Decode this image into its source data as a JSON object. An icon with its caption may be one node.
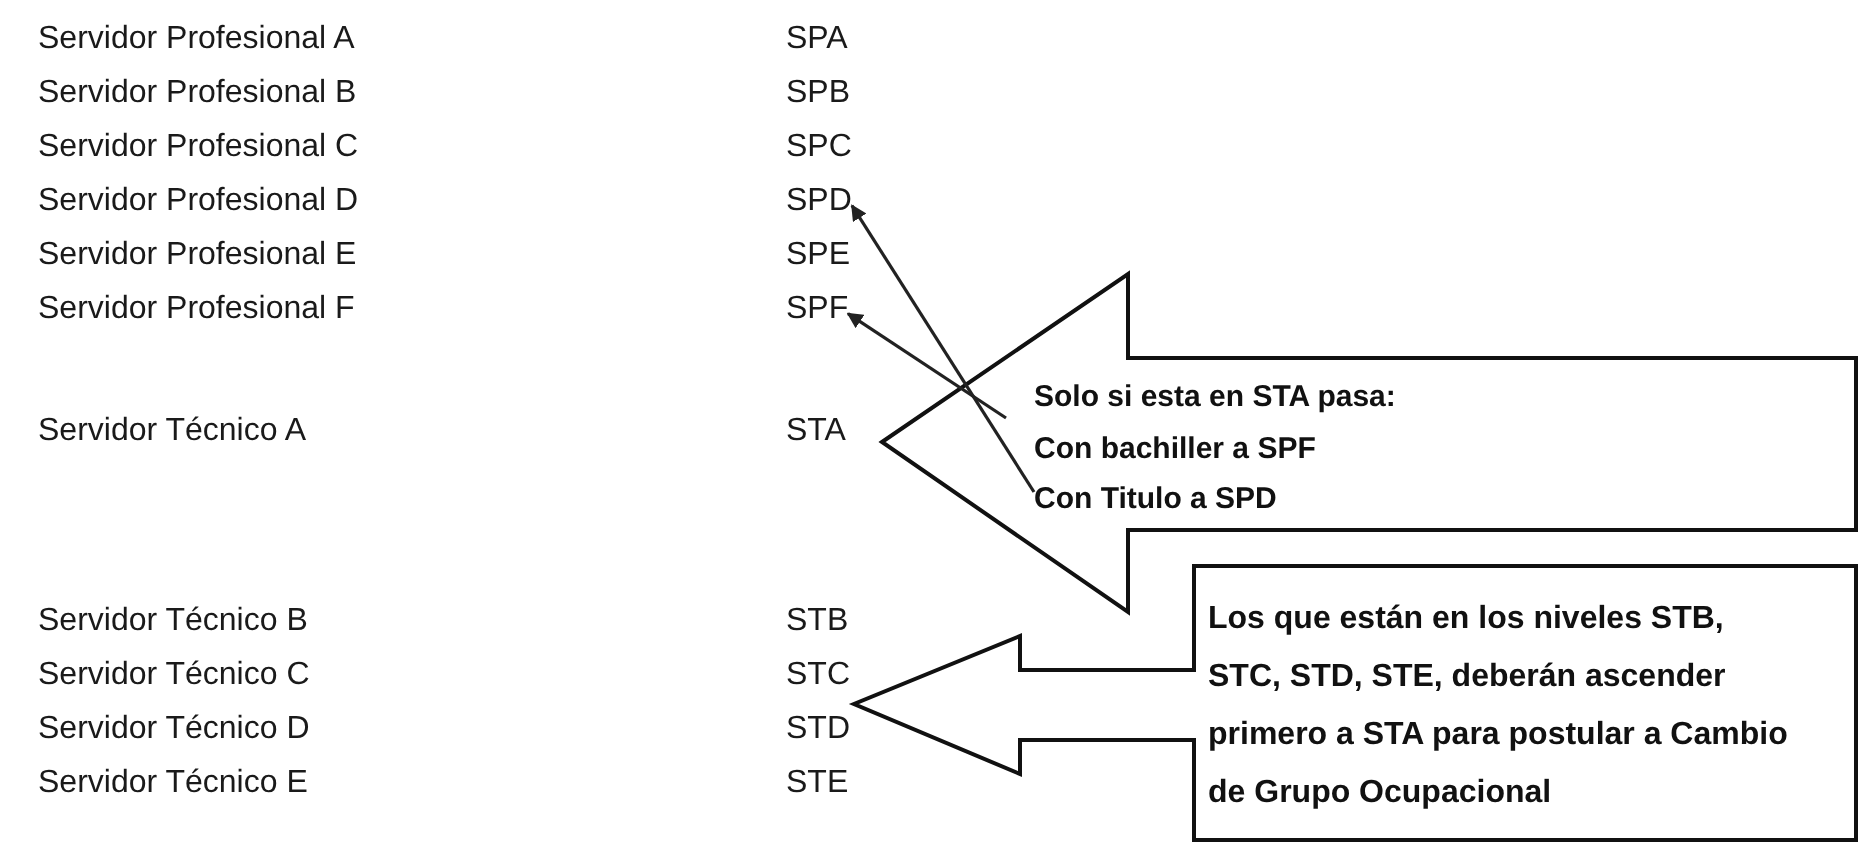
{
  "diagram": {
    "nodes": [
      {
        "text": [
          "SPD"
        ]
      },
      {
        "text": [
          "SPF"
        ]
      },
      {
        "text": [
          "Solo si esta en STA pasa:",
          "Con bachiller a SPF",
          "Con Titulo a SPD"
        ]
      },
      {
        "text": [
          "Los que están en los niveles STB, STC, STD, STE, deberán ascender primero a STA para postular a Cambio de Grupo Ocupacional"
        ]
      }
    ],
    "edges": [
      {
        "from": 2,
        "to": 1,
        "arrow": "to"
      },
      {
        "from": 2,
        "to": 0,
        "arrow": "to"
      }
    ],
    "labels": [
      "Servidor Profesional A",
      "SPA",
      "Servidor Profesional B",
      "SPB",
      "Servidor Profesional C",
      "SPC",
      "Servidor Profesional D",
      "Servidor Profesional E",
      "SPE",
      "Servidor Profesional F",
      "Servidor Técnico A",
      "STA",
      "Servidor Técnico B",
      "STB",
      "Servidor Técnico C",
      "STC",
      "Servidor Técnico D",
      "STD",
      "Servidor Técnico E",
      "STE"
    ]
  }
}
